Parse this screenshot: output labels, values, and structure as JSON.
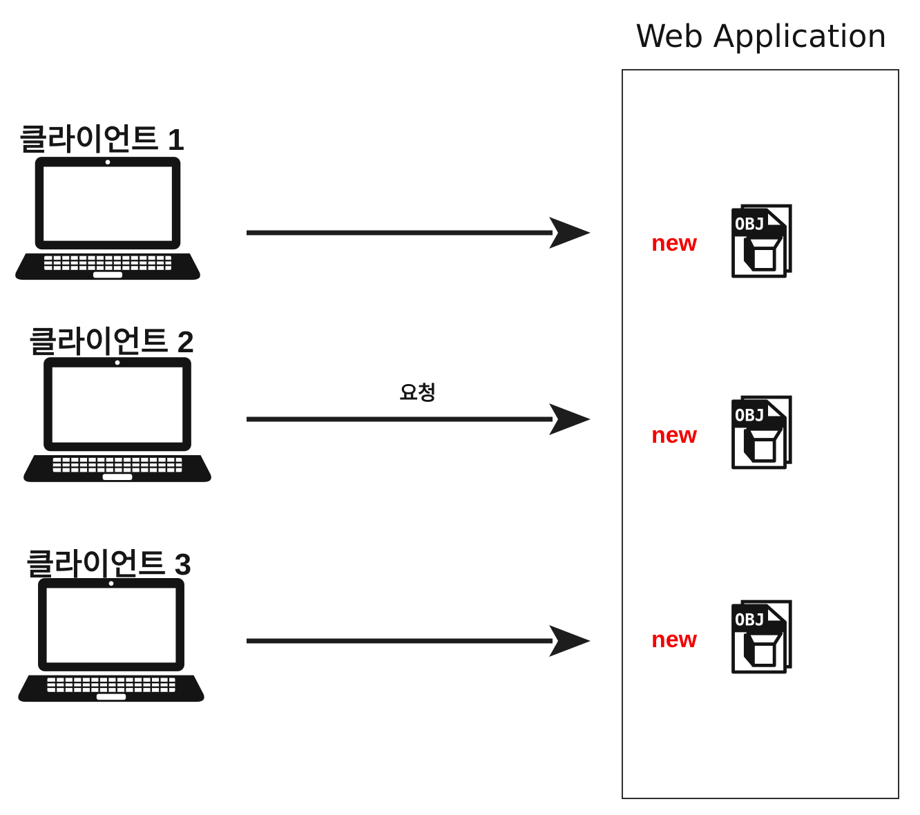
{
  "header": {
    "title": "Web Application"
  },
  "clients": [
    {
      "label": "클라이언트 1"
    },
    {
      "label": "클라이언트 2"
    },
    {
      "label": "클라이언트 3"
    }
  ],
  "flow": {
    "request_label": "요청"
  },
  "web_application": {
    "items": [
      {
        "status": "new",
        "file_type": "OBJ"
      },
      {
        "status": "new",
        "file_type": "OBJ"
      },
      {
        "status": "new",
        "file_type": "OBJ"
      }
    ]
  },
  "icons": {
    "client": "laptop-icon",
    "item": "obj-file-icon",
    "connector": "arrow-right-icon"
  },
  "colors": {
    "status_red": "#f50000",
    "ink": "#141414",
    "box_border": "#2e2e2e",
    "background": "#ffffff"
  }
}
